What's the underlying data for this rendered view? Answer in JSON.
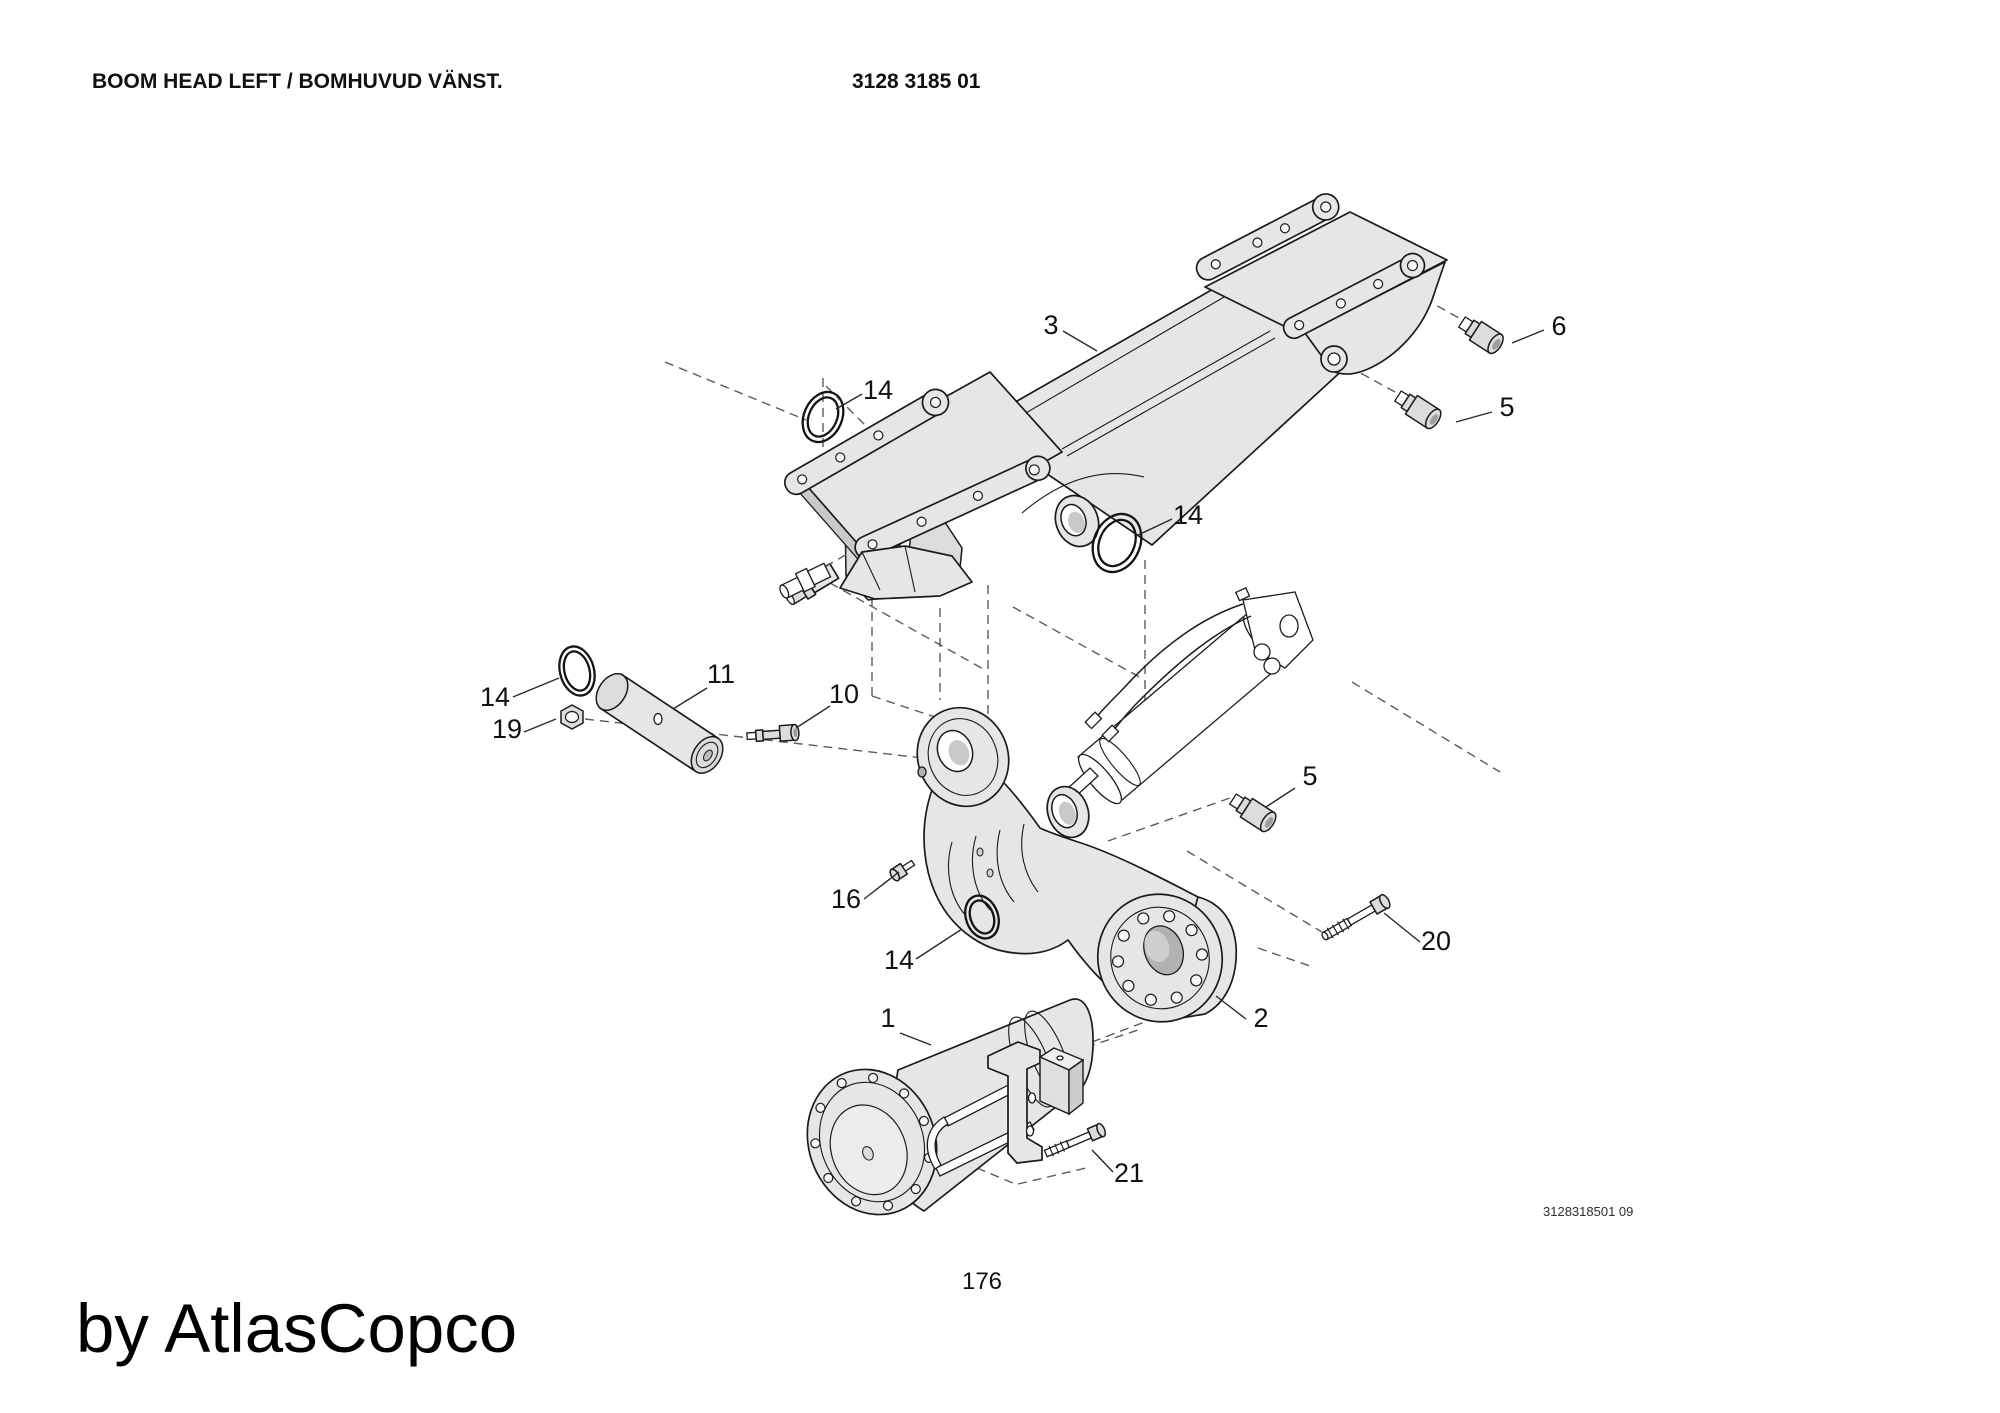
{
  "header": {
    "title": "BOOM HEAD LEFT / BOMHUVUD VÄNST.",
    "document_number": "3128 3185 01"
  },
  "diagram": {
    "drawing_ref": "3128318501 09",
    "callouts": [
      {
        "label": "3"
      },
      {
        "label": "14"
      },
      {
        "label": "6"
      },
      {
        "label": "5"
      },
      {
        "label": "14"
      },
      {
        "label": "14"
      },
      {
        "label": "11"
      },
      {
        "label": "10"
      },
      {
        "label": "19"
      },
      {
        "label": "5"
      },
      {
        "label": "16"
      },
      {
        "label": "14"
      },
      {
        "label": "20"
      },
      {
        "label": "1"
      },
      {
        "label": "2"
      },
      {
        "label": "21"
      }
    ]
  },
  "footer": {
    "page_number": "176",
    "watermark": "by AtlasCopco"
  },
  "colors": {
    "background": "#ffffff",
    "part_fill": "#e6e6e6",
    "line": "#1b1b1b",
    "bore_shade": "#b2b2b2"
  }
}
